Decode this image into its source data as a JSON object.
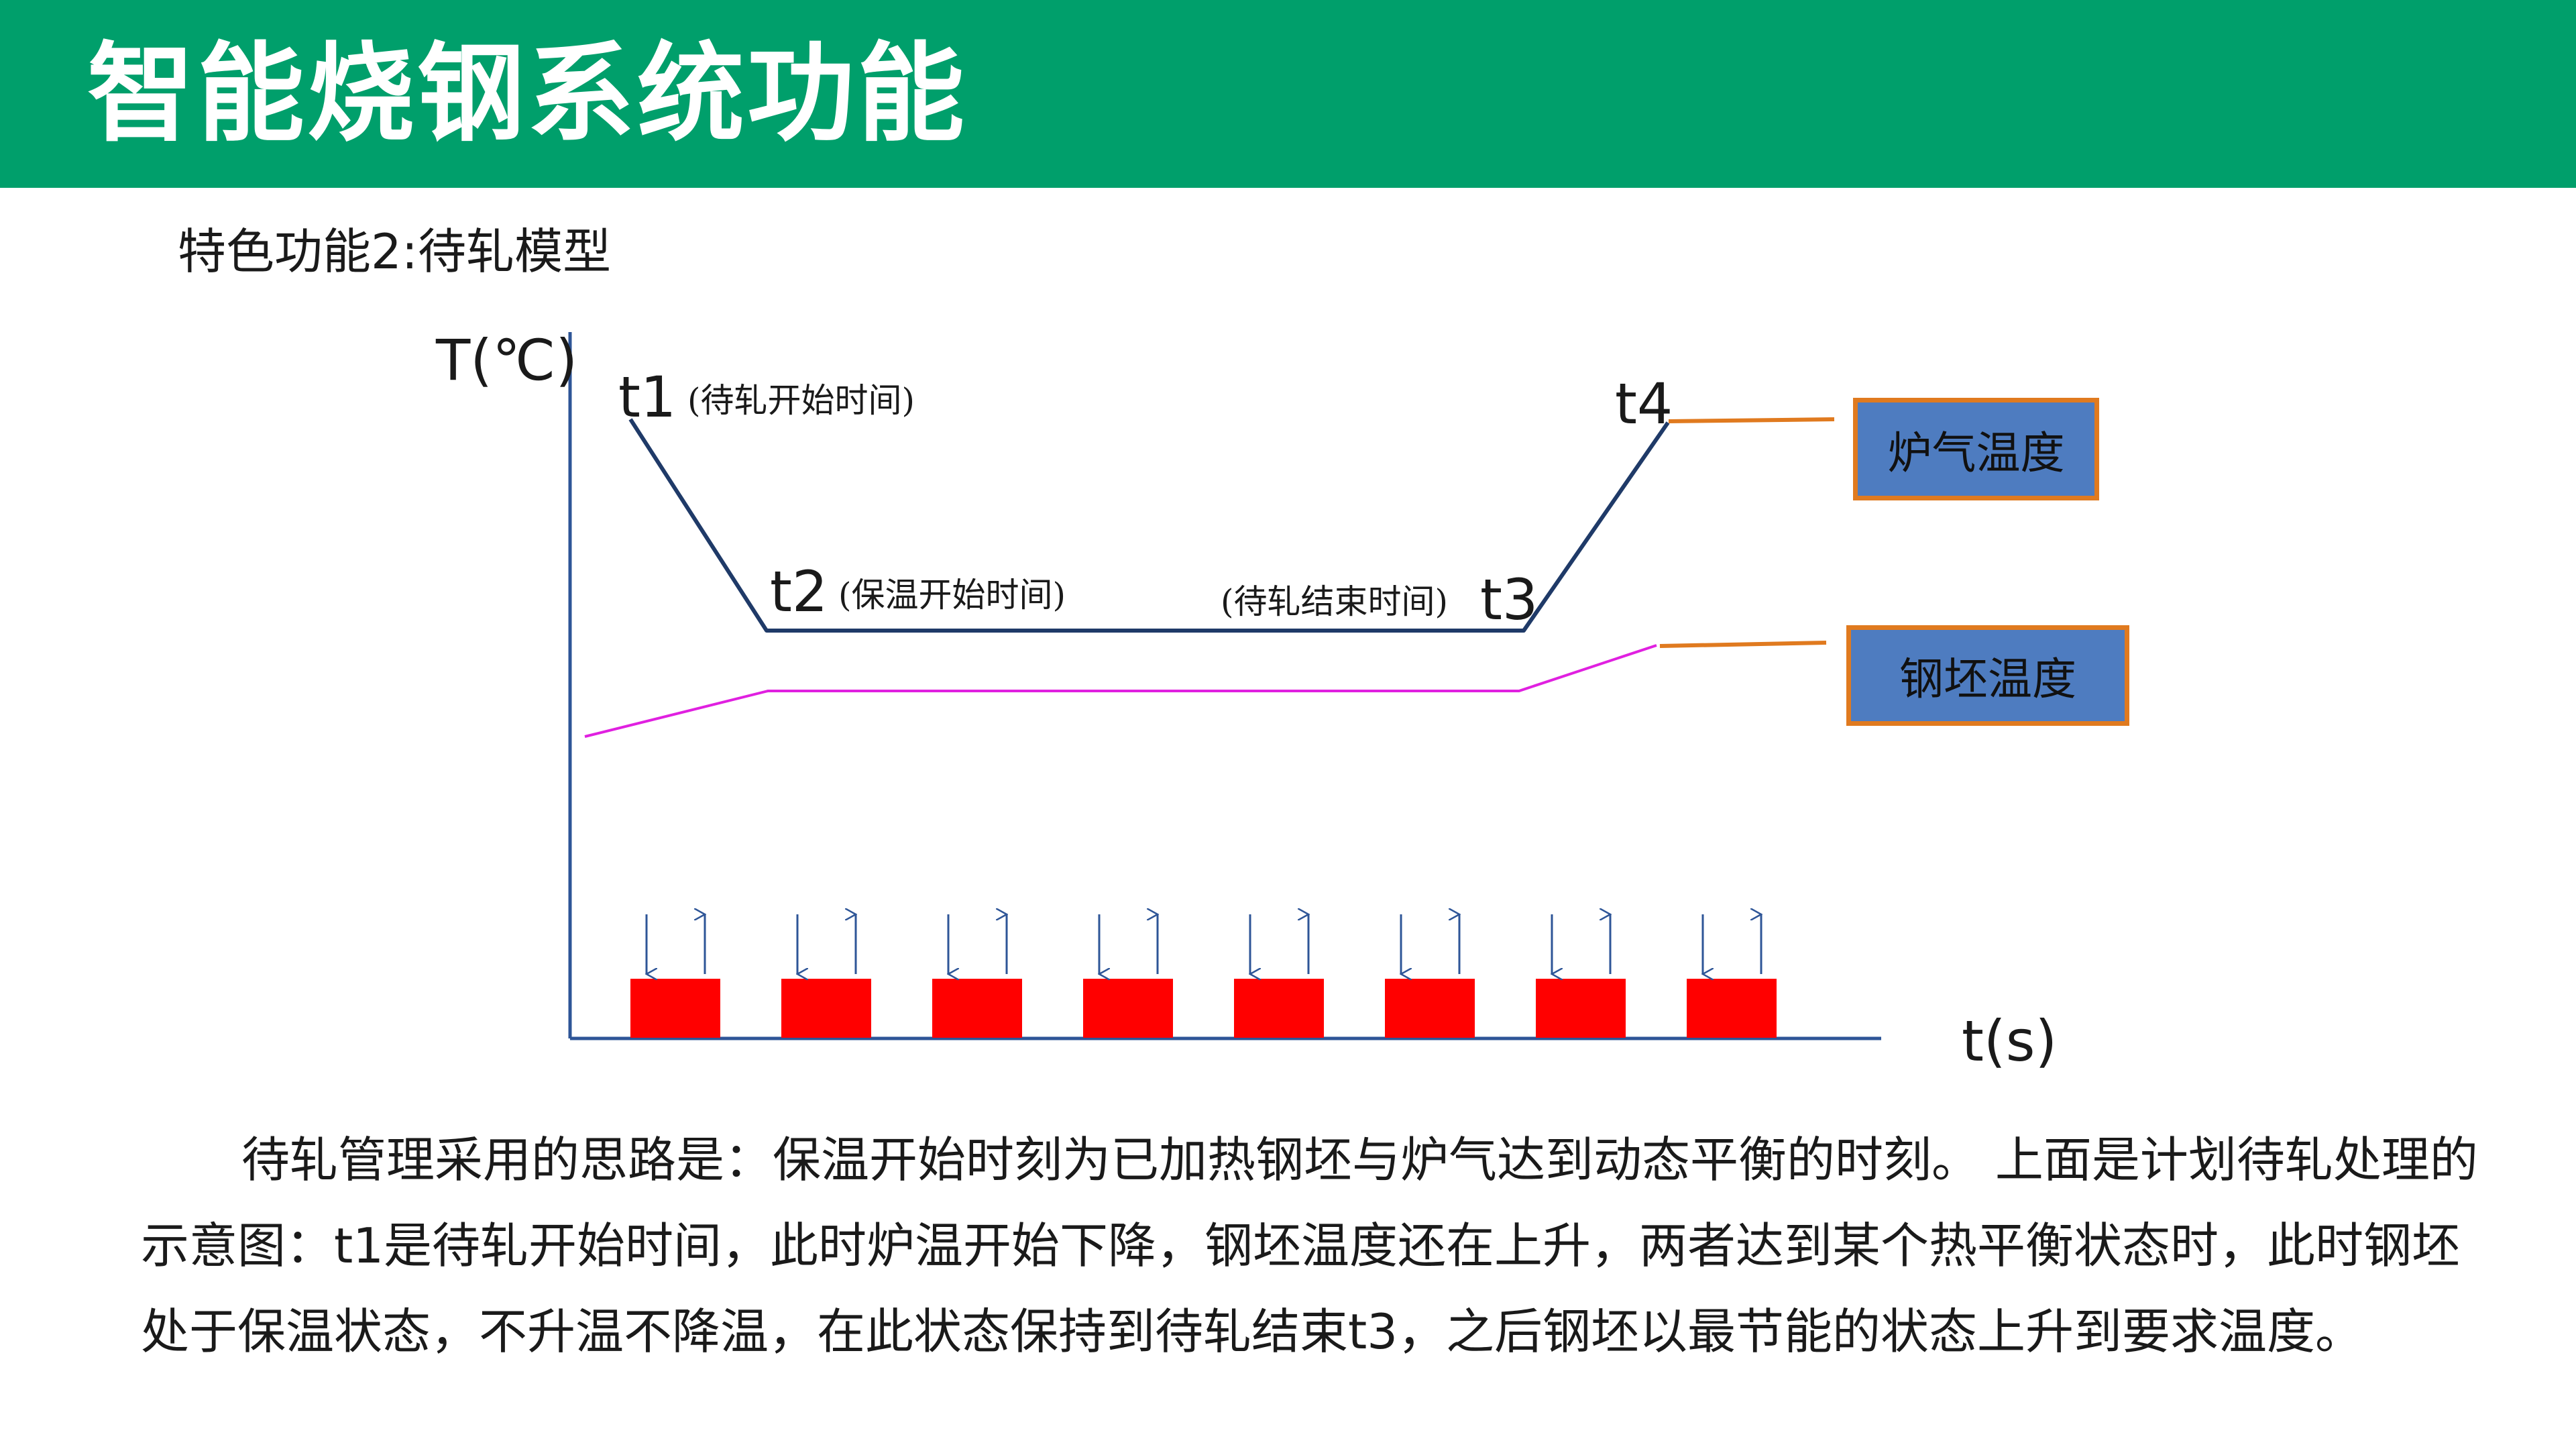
{
  "header": {
    "title": "智能烧钢系统功能",
    "background_color": "#009f6b"
  },
  "subtitle": "特色功能2:待轧模型",
  "diagram": {
    "y_axis_label": "T(℃)",
    "x_axis_label": "t(s)",
    "time_points": [
      {
        "name": "t1",
        "note": "(待轧开始时间)"
      },
      {
        "name": "t2",
        "note": "(保温开始时间)"
      },
      {
        "name": "t3",
        "note": "(待轧结束时间)"
      },
      {
        "name": "t4",
        "note": ""
      }
    ],
    "legend": [
      {
        "label": "炉气温度",
        "line_color": "#1f3a68"
      },
      {
        "label": "钢坯温度",
        "line_color": "#e020e0"
      }
    ],
    "block_count": 8,
    "colors": {
      "furnace_line": "#1f3a68",
      "billet_line": "#e020e0",
      "axis": "#2e5597",
      "block": "#ff0000",
      "arrow": "#2e5597",
      "leader": "#e07a1f",
      "legend_fill": "#4e7cc0",
      "legend_border": "#e07a1f"
    }
  },
  "description": "待轧管理采用的思路是：保温开始时刻为已加热钢坯与炉气达到动态平衡的时刻。 上面是计划待轧处理的示意图：t1是待轧开始时间，此时炉温开始下降，钢坯温度还在上升，两者达到某个热平衡状态时，此时钢坯处于保温状态，不升温不降温，在此状态保持到待轧结束t3，之后钢坯以最节能的状态上升到要求温度。"
}
